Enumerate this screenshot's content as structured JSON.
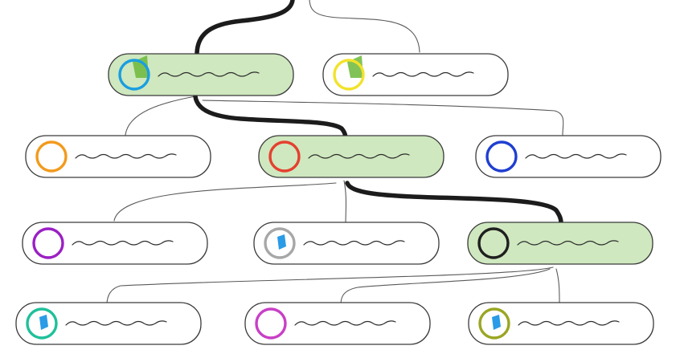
{
  "diagram": {
    "highlight_fill": "#cfe8bf",
    "plain_fill": "#ffffff",
    "path_color": "#1c1c1c",
    "line_color": "#5a5a5a",
    "nodes": [
      {
        "id": "n1",
        "row": 1,
        "col": 1,
        "ring_color": "#1a9ee0",
        "badge": "green-flag-icon",
        "highlighted": true
      },
      {
        "id": "n2",
        "row": 1,
        "col": 2,
        "ring_color": "#f2e22a",
        "badge": "green-flag-icon",
        "highlighted": false
      },
      {
        "id": "n3",
        "row": 2,
        "col": 0,
        "ring_color": "#f29a1d",
        "badge": "",
        "highlighted": false
      },
      {
        "id": "n4",
        "row": 2,
        "col": 1,
        "ring_color": "#e5402f",
        "badge": "",
        "highlighted": true
      },
      {
        "id": "n5",
        "row": 2,
        "col": 2,
        "ring_color": "#1f3fd0",
        "badge": "",
        "highlighted": false
      },
      {
        "id": "n6",
        "row": 3,
        "col": 0,
        "ring_color": "#9b1fc4",
        "badge": "",
        "highlighted": false
      },
      {
        "id": "n7",
        "row": 3,
        "col": 1,
        "ring_color": "#a7a7a7",
        "badge": "blue-cube-icon",
        "highlighted": false
      },
      {
        "id": "n8",
        "row": 3,
        "col": 2,
        "ring_color": "#1f1f1f",
        "badge": "",
        "highlighted": true
      },
      {
        "id": "n9",
        "row": 4,
        "col": 0,
        "ring_color": "#1fc09a",
        "badge": "blue-cube-icon",
        "highlighted": false
      },
      {
        "id": "n10",
        "row": 4,
        "col": 1,
        "ring_color": "#c83fc6",
        "badge": "",
        "highlighted": false
      },
      {
        "id": "n11",
        "row": 4,
        "col": 2,
        "ring_color": "#9aa622",
        "badge": "blue-cube-icon",
        "highlighted": false
      }
    ]
  }
}
